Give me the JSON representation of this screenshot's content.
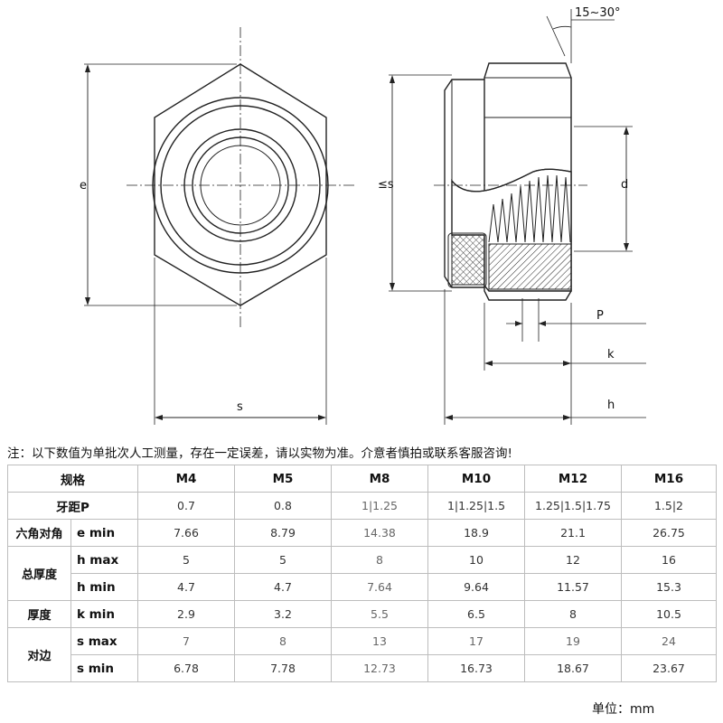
{
  "drawing": {
    "angle_label": "15~30°",
    "labels": {
      "e": "e",
      "s_bottom": "s",
      "s_side": "≤s",
      "d": "d",
      "P": "P",
      "k": "k",
      "h": "h"
    }
  },
  "note": "注：以下数值为单批次人工测量，存在一定误差，请以实物为准。介意者慎拍或联系客服咨询!",
  "table": {
    "header_label": "规格",
    "sizes": [
      "M4",
      "M5",
      "M8",
      "M10",
      "M12",
      "M16"
    ],
    "pitch": {
      "label": "牙距P",
      "values": [
        "0.7",
        "0.8",
        "1|1.25",
        "1|1.25|1.5",
        "1.25|1.5|1.75",
        "1.5|2"
      ]
    },
    "e_min": {
      "category": "六角对角",
      "label": "e min",
      "values": [
        "7.66",
        "8.79",
        "14.38",
        "18.9",
        "21.1",
        "26.75"
      ]
    },
    "h_max": {
      "category": "总厚度",
      "label": "h max",
      "values": [
        "5",
        "5",
        "8",
        "10",
        "12",
        "16"
      ]
    },
    "h_min": {
      "label": "h min",
      "values": [
        "4.7",
        "4.7",
        "7.64",
        "9.64",
        "11.57",
        "15.3"
      ]
    },
    "k_min": {
      "category": "厚度",
      "label": "k min",
      "values": [
        "2.9",
        "3.2",
        "5.5",
        "6.5",
        "8",
        "10.5"
      ]
    },
    "s_max": {
      "category": "对边",
      "label": "s max",
      "values": [
        "7",
        "8",
        "13",
        "17",
        "19",
        "24"
      ]
    },
    "s_min": {
      "label": "s min",
      "values": [
        "6.78",
        "7.78",
        "12.73",
        "16.73",
        "18.67",
        "23.67"
      ]
    }
  },
  "unit": "单位：mm"
}
